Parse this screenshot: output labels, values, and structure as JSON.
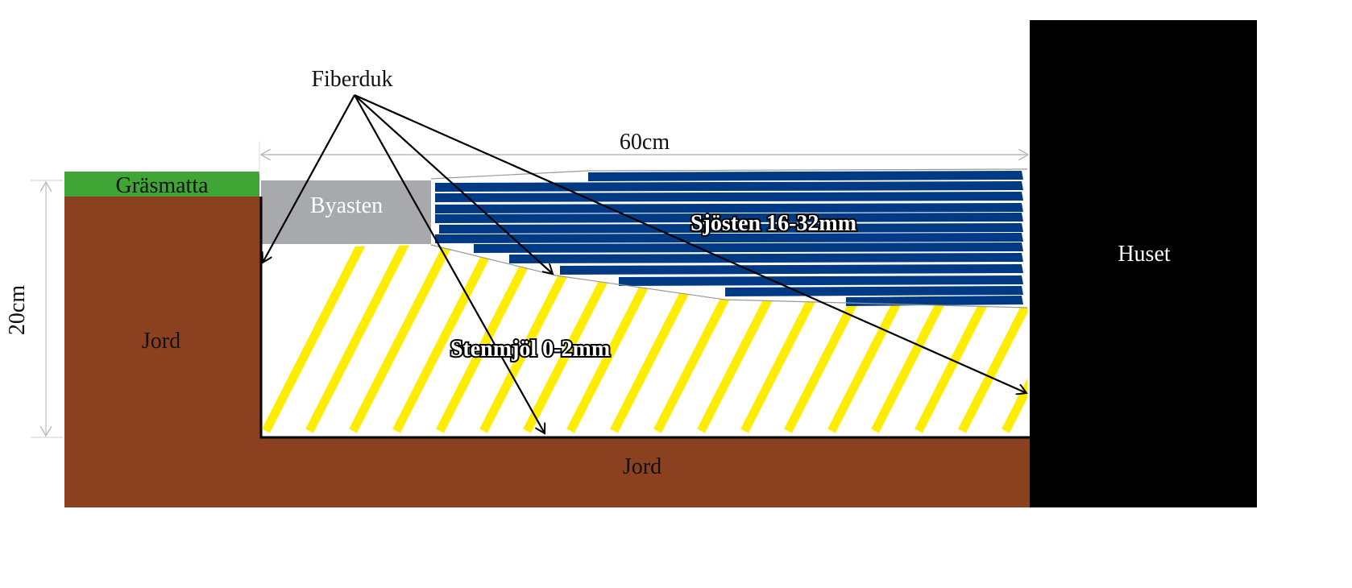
{
  "labels": {
    "fiberduk": "Fiberduk",
    "width_dim": "60cm",
    "height_dim": "20cm",
    "grass": "Gräsmatta",
    "curb": "Byasten",
    "stones": "Sjösten 16-32mm",
    "dust": "Stenmjöl 0-2mm",
    "soil_left": "Jord",
    "soil_bottom": "Jord",
    "house": "Huset"
  },
  "colors": {
    "grass": "#3FA535",
    "soil": "#8B4120",
    "house": "#000000",
    "curb": "#A8A9AD",
    "stones": "#003A84",
    "dust": "#FFED00",
    "dimension": "#C8C8C8"
  }
}
